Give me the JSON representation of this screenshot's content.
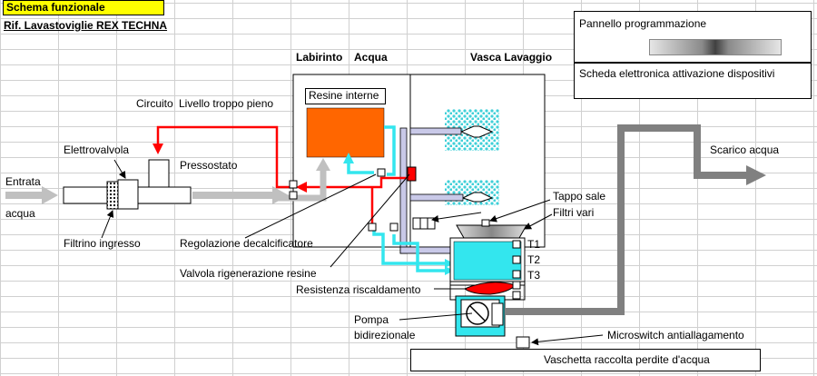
{
  "header": {
    "title": "Schema funzionale",
    "subtitle": "Rif. Lavastoviglie REX TECHNA"
  },
  "panels": {
    "programmazione": "Pannello programmazione",
    "scheda": "Scheda elettronica attivazione dispositivi",
    "vaschetta": "Vaschetta raccolta perdite d'acqua"
  },
  "sections": {
    "labirinto": "Labirinto",
    "acqua": "Acqua",
    "vasca": "Vasca Lavaggio"
  },
  "labels": {
    "entrata": "Entrata",
    "acqua": "acqua",
    "elettrovalvola": "Elettrovalvola",
    "pressostato": "Pressostato",
    "filtrino": "Filtrino ingresso",
    "circuito": "Circuito",
    "livello": "Livello troppo pieno",
    "resine_interne": "Resine interne",
    "regolazione": "Regolazione decalcificatore",
    "valvola": "Valvola rigenerazione resine",
    "resistenza": "Resistenza riscaldamento",
    "pompa_1": "Pompa",
    "pompa_2": "bidirezionale",
    "microswitch": "Microswitch antiallagamento",
    "scarico": "Scarico acqua",
    "tappo_sale": "Tappo sale",
    "filtri_vari": "Filtri vari",
    "t1": "T1",
    "t2": "T2",
    "t3": "T3"
  },
  "colors": {
    "red_line": "#ff0000",
    "cyan_line": "#33e6ee",
    "grey_pipe": "#808080",
    "light_grey_flow": "#c0c0c0",
    "resin": "#ff6600",
    "title_bg": "#ffff00",
    "nozzle_dots": "#3fd0d8"
  }
}
